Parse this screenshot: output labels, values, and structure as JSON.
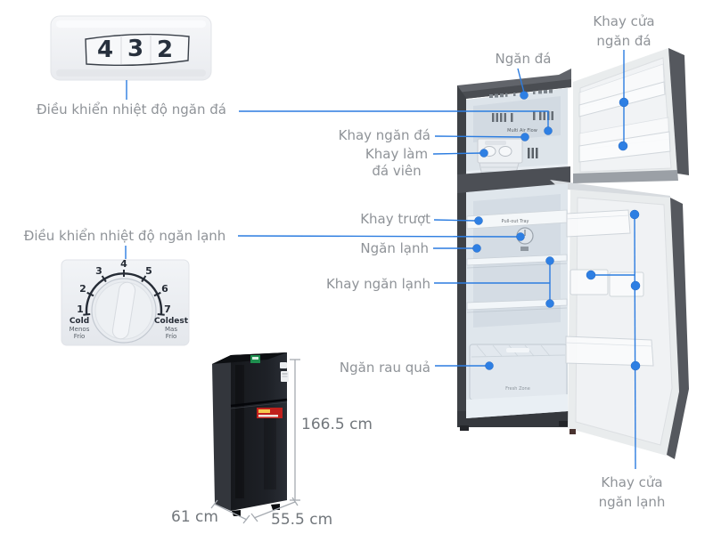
{
  "colors": {
    "accent_blue": "#2b7ce0",
    "label_gray": "#8f9398",
    "dimension_gray": "#72777c"
  },
  "freezer_temp_display": {
    "digits": [
      "4",
      "3",
      "2"
    ]
  },
  "fridge_temp_dial": {
    "numbers": [
      "1",
      "2",
      "3",
      "4",
      "5",
      "6",
      "7"
    ],
    "cold": "Cold",
    "cold_sub1": "Menos",
    "cold_sub2": "Frío",
    "coldest": "Coldest",
    "coldest_sub1": "Mas",
    "coldest_sub2": "Frío"
  },
  "labels": {
    "freezer_control": "Điều khiển nhiệt độ ngăn đá",
    "fridge_control": "Điều khiển nhiệt độ ngăn lạnh",
    "ngan_da": "Ngăn đá",
    "khay_cua_ngan_da_line1": "Khay cửa",
    "khay_cua_ngan_da_line2": "ngăn đá",
    "khay_ngan_da": "Khay ngăn đá",
    "khay_lam_line1": "Khay làm",
    "khay_lam_line2": "đá viên",
    "khay_truot": "Khay trượt",
    "ngan_lanh": "Ngăn lạnh",
    "khay_ngan_lanh": "Khay ngăn lạnh",
    "ngan_rau_qua": "Ngăn rau quả",
    "khay_cua_ngan_lanh_line1": "Khay cửa",
    "khay_cua_ngan_lanh_line2": "ngăn lạnh"
  },
  "dimensions": {
    "height": "166.5 cm",
    "depth": "61 cm",
    "width": "55.5 cm"
  },
  "interior": {
    "multi_air_flow": "Multi Air Flow",
    "pull_out_tray": "Pull-out Tray",
    "fresh_zone": "Fresh Zone"
  }
}
